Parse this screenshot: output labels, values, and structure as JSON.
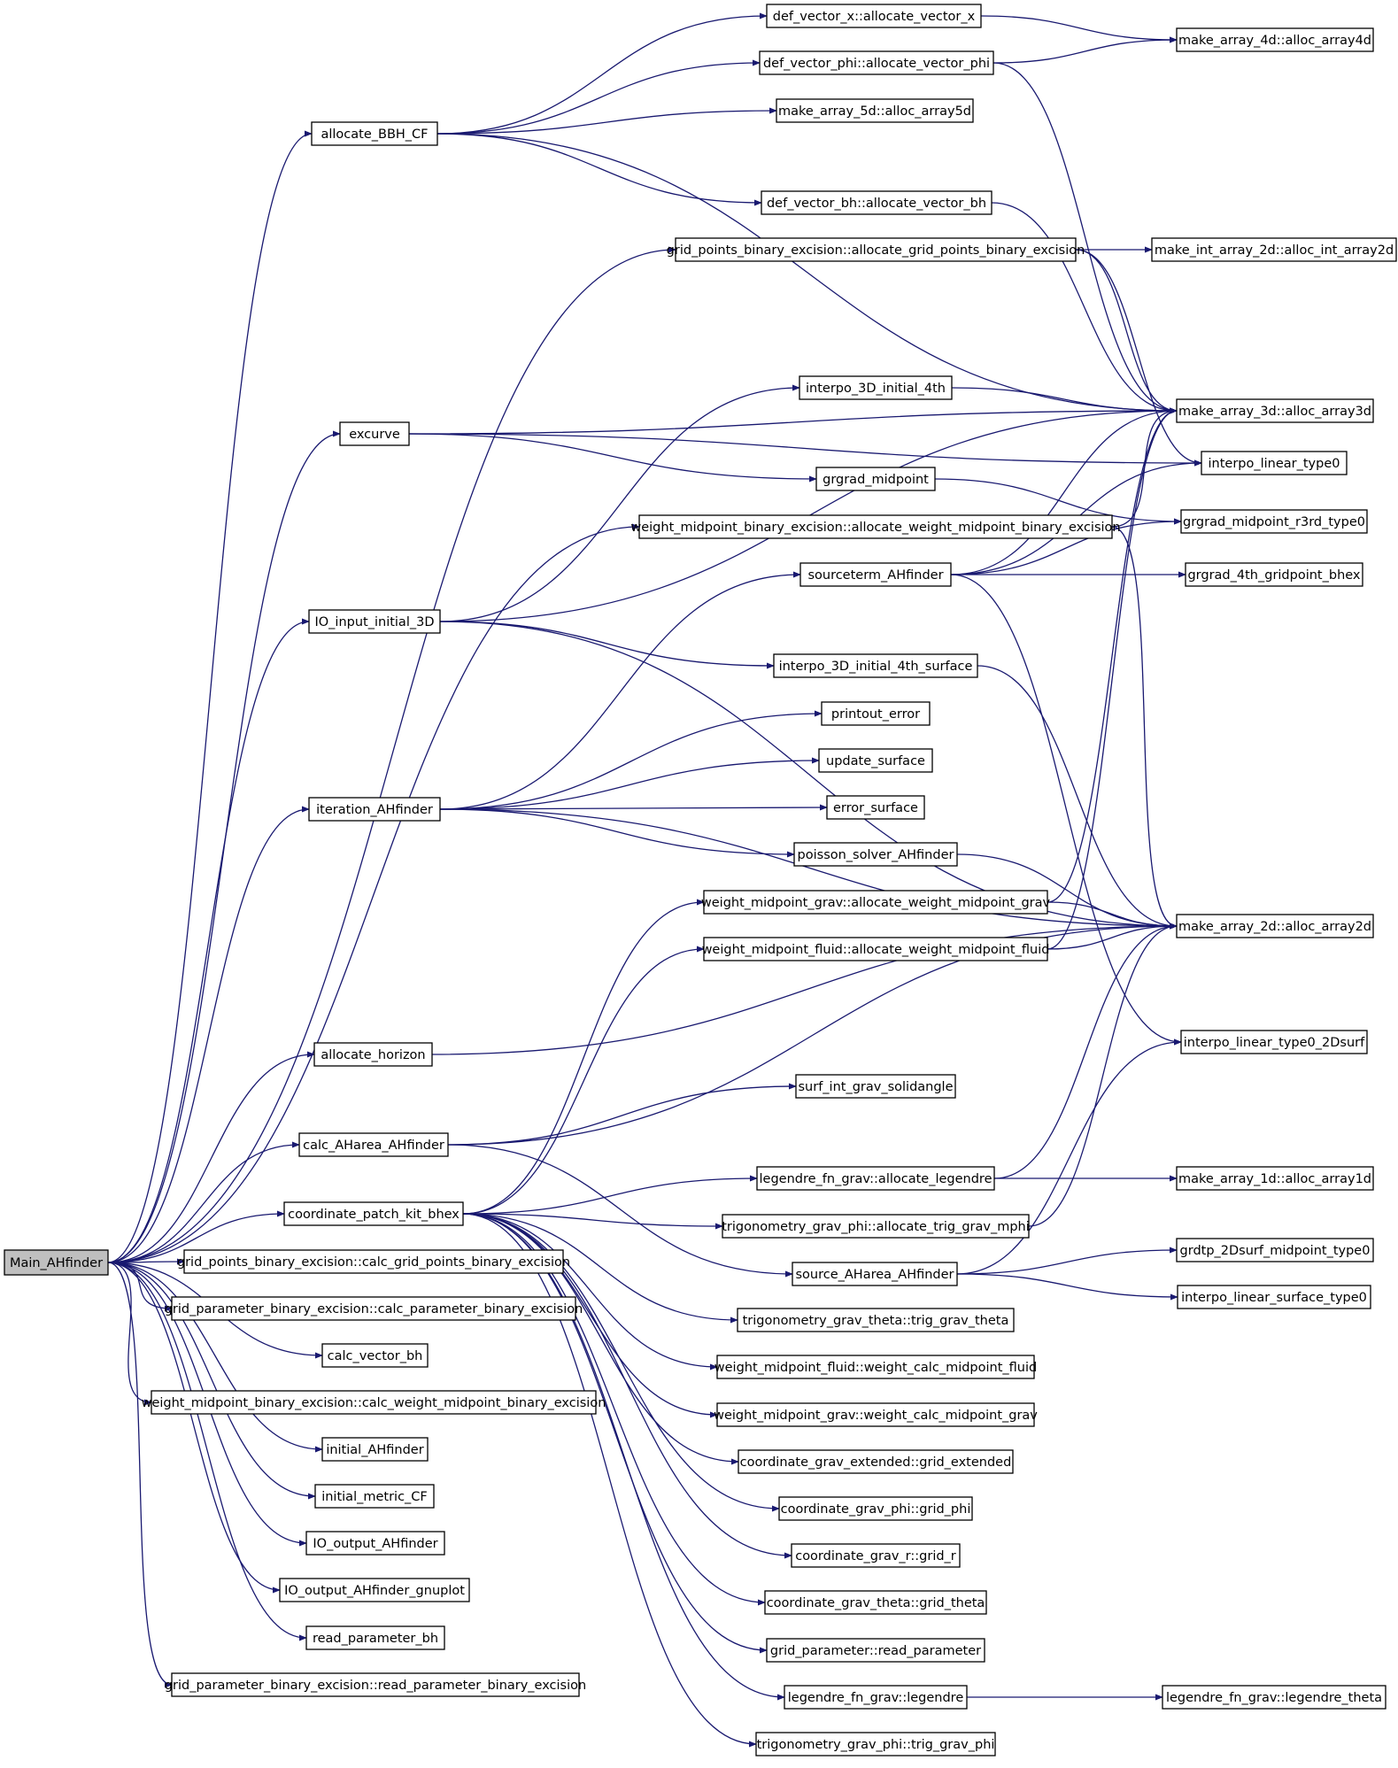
{
  "colors": {
    "edge": "#191970",
    "root_fill": "#bfbfbf",
    "node_fill": "#ffffff",
    "border": "#000000"
  },
  "nodes": {
    "root": "Main_AHfinder",
    "allocate_BBH_CF": "allocate_BBH_CF",
    "excurve": "excurve",
    "IO_input_initial_3D": "IO_input_initial_3D",
    "iteration_AHfinder": "iteration_AHfinder",
    "allocate_horizon": "allocate_horizon",
    "calc_AHarea_AHfinder": "calc_AHarea_AHfinder",
    "coordinate_patch_kit_bhex": "coordinate_patch_kit_bhex",
    "calc_grid_points_binary_excision": "grid_points_binary_excision::calc_grid_points_binary_excision",
    "calc_parameter_binary_excision": "grid_parameter_binary_excision::calc_parameter_binary_excision",
    "calc_vector_bh": "calc_vector_bh",
    "calc_weight_midpoint_binary_excision": "weight_midpoint_binary_excision::calc_weight_midpoint_binary_excision",
    "initial_AHfinder": "initial_AHfinder",
    "initial_metric_CF": "initial_metric_CF",
    "IO_output_AHfinder": "IO_output_AHfinder",
    "IO_output_AHfinder_gnuplot": "IO_output_AHfinder_gnuplot",
    "read_parameter_bh": "read_parameter_bh",
    "read_parameter_binary_excision": "grid_parameter_binary_excision::read_parameter_binary_excision",
    "allocate_vector_x": "def_vector_x::allocate_vector_x",
    "allocate_vector_phi": "def_vector_phi::allocate_vector_phi",
    "alloc_array5d": "make_array_5d::alloc_array5d",
    "allocate_vector_bh": "def_vector_bh::allocate_vector_bh",
    "allocate_grid_points_binary_excision": "grid_points_binary_excision::allocate_grid_points_binary_excision",
    "interpo_3D_initial_4th": "interpo_3D_initial_4th",
    "grgrad_midpoint": "grgrad_midpoint",
    "allocate_weight_midpoint_binary_excision": "weight_midpoint_binary_excision::allocate_weight_midpoint_binary_excision",
    "sourceterm_AHfinder": "sourceterm_AHfinder",
    "interpo_3D_initial_4th_surface": "interpo_3D_initial_4th_surface",
    "printout_error": "printout_error",
    "update_surface": "update_surface",
    "error_surface": "error_surface",
    "poisson_solver_AHfinder": "poisson_solver_AHfinder",
    "allocate_weight_midpoint_grav": "weight_midpoint_grav::allocate_weight_midpoint_grav",
    "allocate_weight_midpoint_fluid": "weight_midpoint_fluid::allocate_weight_midpoint_fluid",
    "surf_int_grav_solidangle": "surf_int_grav_solidangle",
    "allocate_legendre": "legendre_fn_grav::allocate_legendre",
    "allocate_trig_grav_mphi": "trigonometry_grav_phi::allocate_trig_grav_mphi",
    "source_AHarea_AHfinder": "source_AHarea_AHfinder",
    "trig_grav_theta": "trigonometry_grav_theta::trig_grav_theta",
    "weight_calc_midpoint_fluid": "weight_midpoint_fluid::weight_calc_midpoint_fluid",
    "weight_calc_midpoint_grav": "weight_midpoint_grav::weight_calc_midpoint_grav",
    "grid_extended": "coordinate_grav_extended::grid_extended",
    "grid_phi": "coordinate_grav_phi::grid_phi",
    "grid_r": "coordinate_grav_r::grid_r",
    "grid_theta": "coordinate_grav_theta::grid_theta",
    "read_parameter": "grid_parameter::read_parameter",
    "legendre": "legendre_fn_grav::legendre",
    "trig_grav_phi": "trigonometry_grav_phi::trig_grav_phi",
    "alloc_array4d": "make_array_4d::alloc_array4d",
    "alloc_int_array2d": "make_int_array_2d::alloc_int_array2d",
    "alloc_array3d": "make_array_3d::alloc_array3d",
    "interpo_linear_type0": "interpo_linear_type0",
    "grgrad_midpoint_r3rd_type0": "grgrad_midpoint_r3rd_type0",
    "grgrad_4th_gridpoint_bhex": "grgrad_4th_gridpoint_bhex",
    "alloc_array2d": "make_array_2d::alloc_array2d",
    "interpo_linear_type0_2Dsurf": "interpo_linear_type0_2Dsurf",
    "alloc_array1d": "make_array_1d::alloc_array1d",
    "grdtp_2Dsurf_midpoint_type0": "grdtp_2Dsurf_midpoint_type0",
    "interpo_linear_surface_type0": "interpo_linear_surface_type0",
    "legendre_theta": "legendre_fn_grav::legendre_theta"
  }
}
